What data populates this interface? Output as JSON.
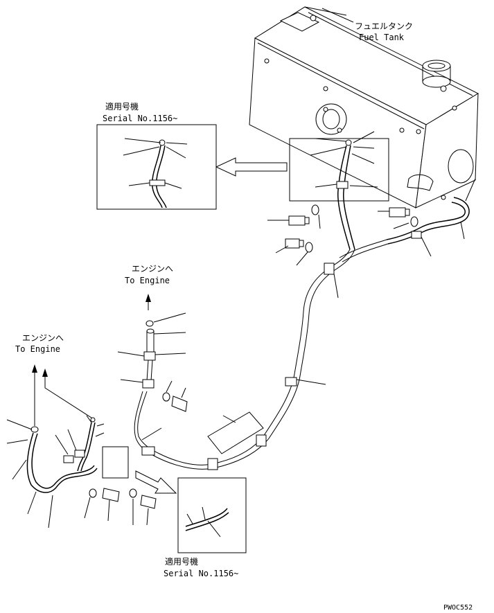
{
  "fuel_tank": {
    "label_jp": "フュエルタンク",
    "label_en": "Fuel Tank"
  },
  "inset_top": {
    "label_jp": "適用号機",
    "label_serial": "Serial No.1156~"
  },
  "inset_bottom": {
    "label_jp": "適用号機",
    "label_serial": "Serial No.1156~"
  },
  "engine_center": {
    "label_jp": "エンジンへ",
    "label_en": "To Engine"
  },
  "engine_left": {
    "label_jp": "エンジンへ",
    "label_en": "To Engine"
  },
  "drawing_code": "PWOC552"
}
